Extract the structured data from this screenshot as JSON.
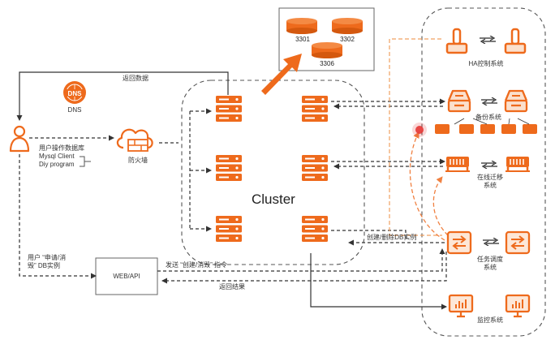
{
  "colors": {
    "accent": "#ee6a1c",
    "accent_dark": "#d4580e",
    "line": "#333333",
    "dashed_orange": "#f0a060",
    "red_dot": "#e53935",
    "border": "#555555"
  },
  "ports": [
    "3301",
    "3302",
    "3306"
  ],
  "labels": {
    "dns": "DNS",
    "return_data": "返回数据",
    "user_op_db": "用户操作数据库",
    "mysql_client": "Mysql Client",
    "diy_program": "Diy program",
    "firewall": "防火墙",
    "cluster": "Cluster",
    "user_request": "用户 “申请/消\n毁” DB实例",
    "web_api": "WEB/API",
    "send_create": "发送 “创建/消毁” 指令",
    "return_result": "返回结果",
    "create_delete_db": "创建/删除DB实例",
    "ha_system": "HA控制系统",
    "backup_system": "备份系统",
    "migration_system": "在线迁移\n系统",
    "scheduler_system": "任务调度\n系统",
    "monitor_system": "监控系统"
  },
  "icons": {
    "user": "user-icon",
    "dns": "dns-globe-icon",
    "firewall": "firewall-cloud-icon",
    "server": "server-icon",
    "database": "database-cylinder-icon",
    "ha": "ha-lever-icon",
    "backup": "backup-tray-icon",
    "migration": "migration-server-icon",
    "scheduler": "scheduler-switch-icon",
    "monitor": "monitor-chart-icon",
    "sync": "sync-arrows-icon"
  }
}
